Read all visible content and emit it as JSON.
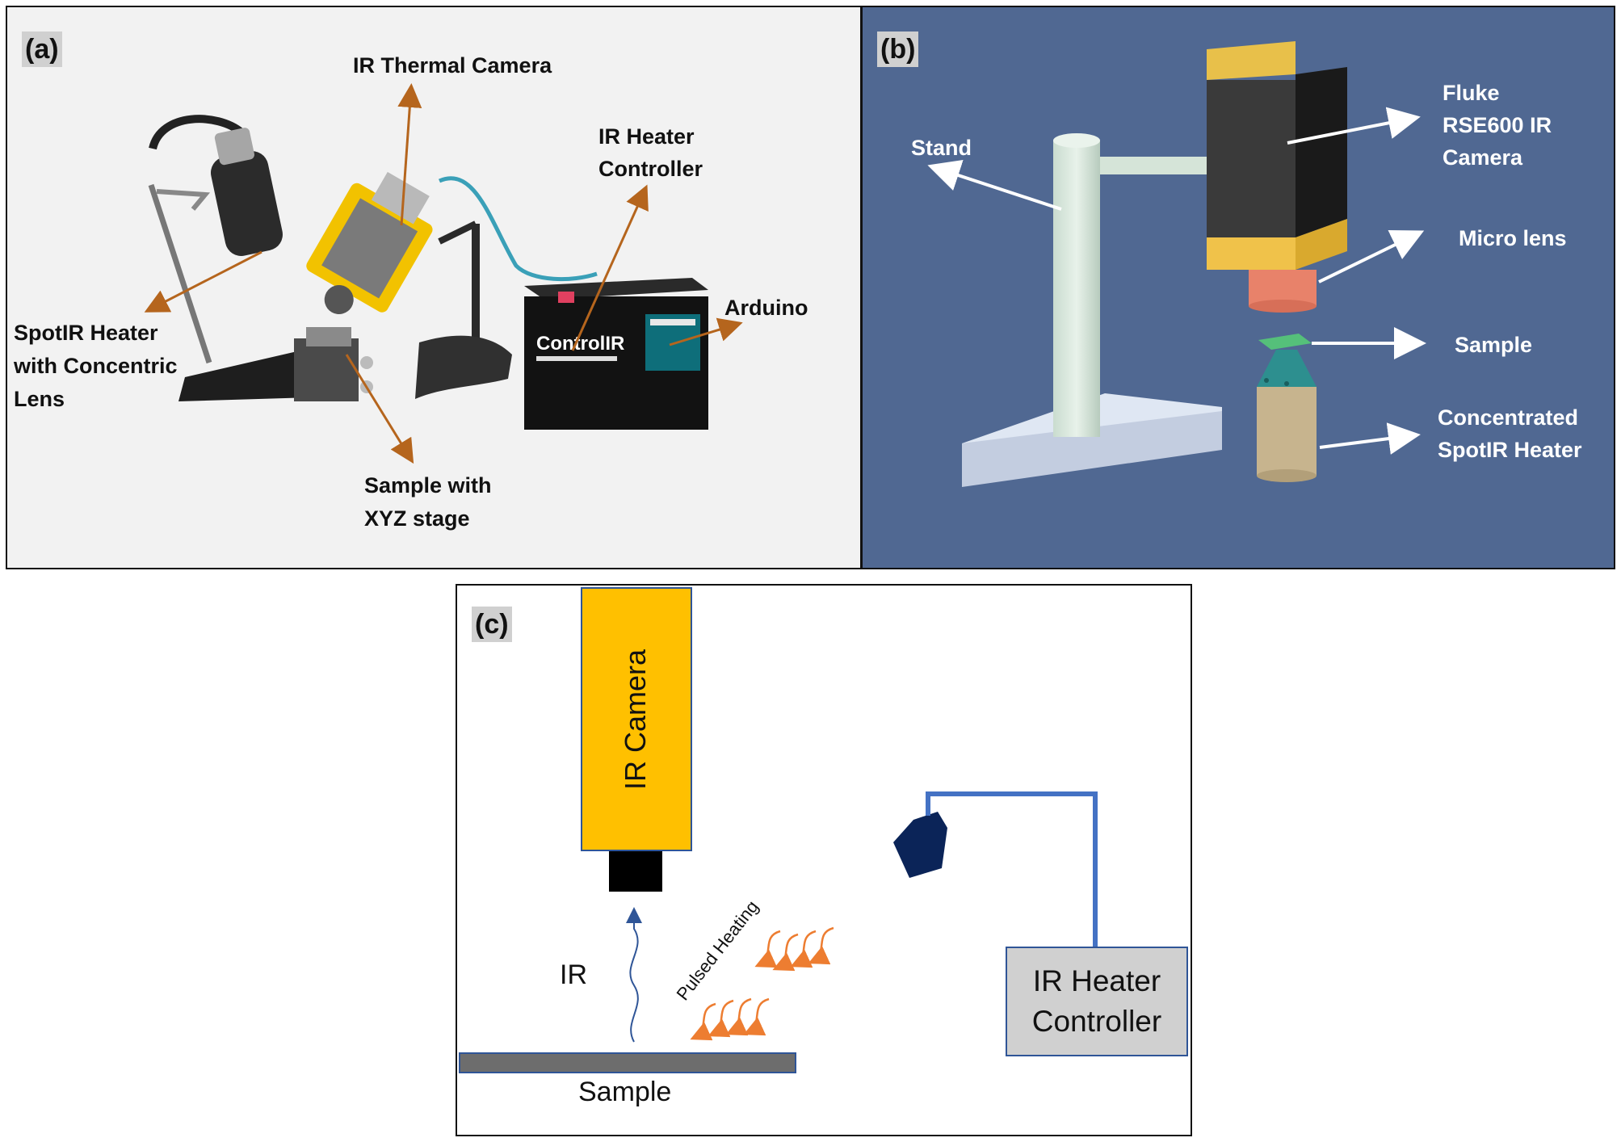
{
  "panel_a": {
    "tag": "(a)",
    "labels": {
      "ir_thermal_camera": "IR Thermal Camera",
      "ir_heater_controller_line1": "IR Heater",
      "ir_heater_controller_line2": "Controller",
      "arduino": "Arduino",
      "spotir_line1": "SpotIR Heater",
      "spotir_line2": "with Concentric",
      "spotir_line3": "Lens",
      "sample_line1": "Sample with",
      "sample_line2": "XYZ stage",
      "controller_brand": "ControlIR"
    },
    "arrow_color": "#b5651d"
  },
  "panel_b": {
    "tag": "(b)",
    "labels": {
      "stand": "Stand",
      "camera_line1": "Fluke",
      "camera_line2": "RSE600 IR",
      "camera_line3": "Camera",
      "micro_lens": "Micro lens",
      "sample": "Sample",
      "heater_line1": "Concentrated",
      "heater_line2": "SpotIR Heater"
    },
    "background": "#506892"
  },
  "panel_c": {
    "tag": "(c)",
    "labels": {
      "ir_camera": "IR Camera",
      "ir": "IR",
      "pulsed_heating": "Pulsed Heating",
      "sample": "Sample",
      "controller_line1": "IR Heater",
      "controller_line2": "Controller"
    },
    "colors": {
      "camera": "#ffc000",
      "heater_head": "#0b2458",
      "cable": "#4472c4",
      "heat_waves": "#ed7d31",
      "sample_bar": "#6d6d6d",
      "controller_box": "#d0d0d0"
    }
  }
}
